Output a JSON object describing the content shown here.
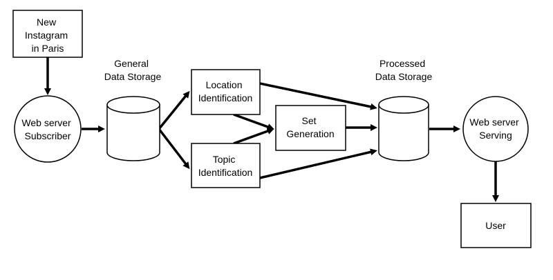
{
  "nodes": {
    "new_instagram": {
      "lines": [
        "New",
        "Instagram",
        "in Paris"
      ]
    },
    "web_server_subscriber": {
      "lines": [
        "Web server",
        "Subscriber"
      ]
    },
    "general_storage": {
      "lines": [
        "General",
        "Data Storage"
      ]
    },
    "location_identification": {
      "lines": [
        "Location",
        "Identification"
      ]
    },
    "topic_identification": {
      "lines": [
        "Topic",
        "Identification"
      ]
    },
    "set_generation": {
      "lines": [
        "Set",
        "Generation"
      ]
    },
    "processed_storage": {
      "lines": [
        "Processed",
        "Data Storage"
      ]
    },
    "web_server_serving": {
      "lines": [
        "Web server",
        "Serving"
      ]
    },
    "user": {
      "lines": [
        "User"
      ]
    }
  },
  "edges": [
    {
      "from": "new_instagram",
      "to": "web_server_subscriber"
    },
    {
      "from": "web_server_subscriber",
      "to": "general_storage"
    },
    {
      "from": "general_storage",
      "to": "location_identification"
    },
    {
      "from": "general_storage",
      "to": "topic_identification"
    },
    {
      "from": "location_identification",
      "to": "set_generation"
    },
    {
      "from": "topic_identification",
      "to": "set_generation"
    },
    {
      "from": "location_identification",
      "to": "processed_storage"
    },
    {
      "from": "set_generation",
      "to": "processed_storage"
    },
    {
      "from": "topic_identification",
      "to": "processed_storage"
    },
    {
      "from": "processed_storage",
      "to": "web_server_serving"
    },
    {
      "from": "web_server_serving",
      "to": "user"
    }
  ]
}
